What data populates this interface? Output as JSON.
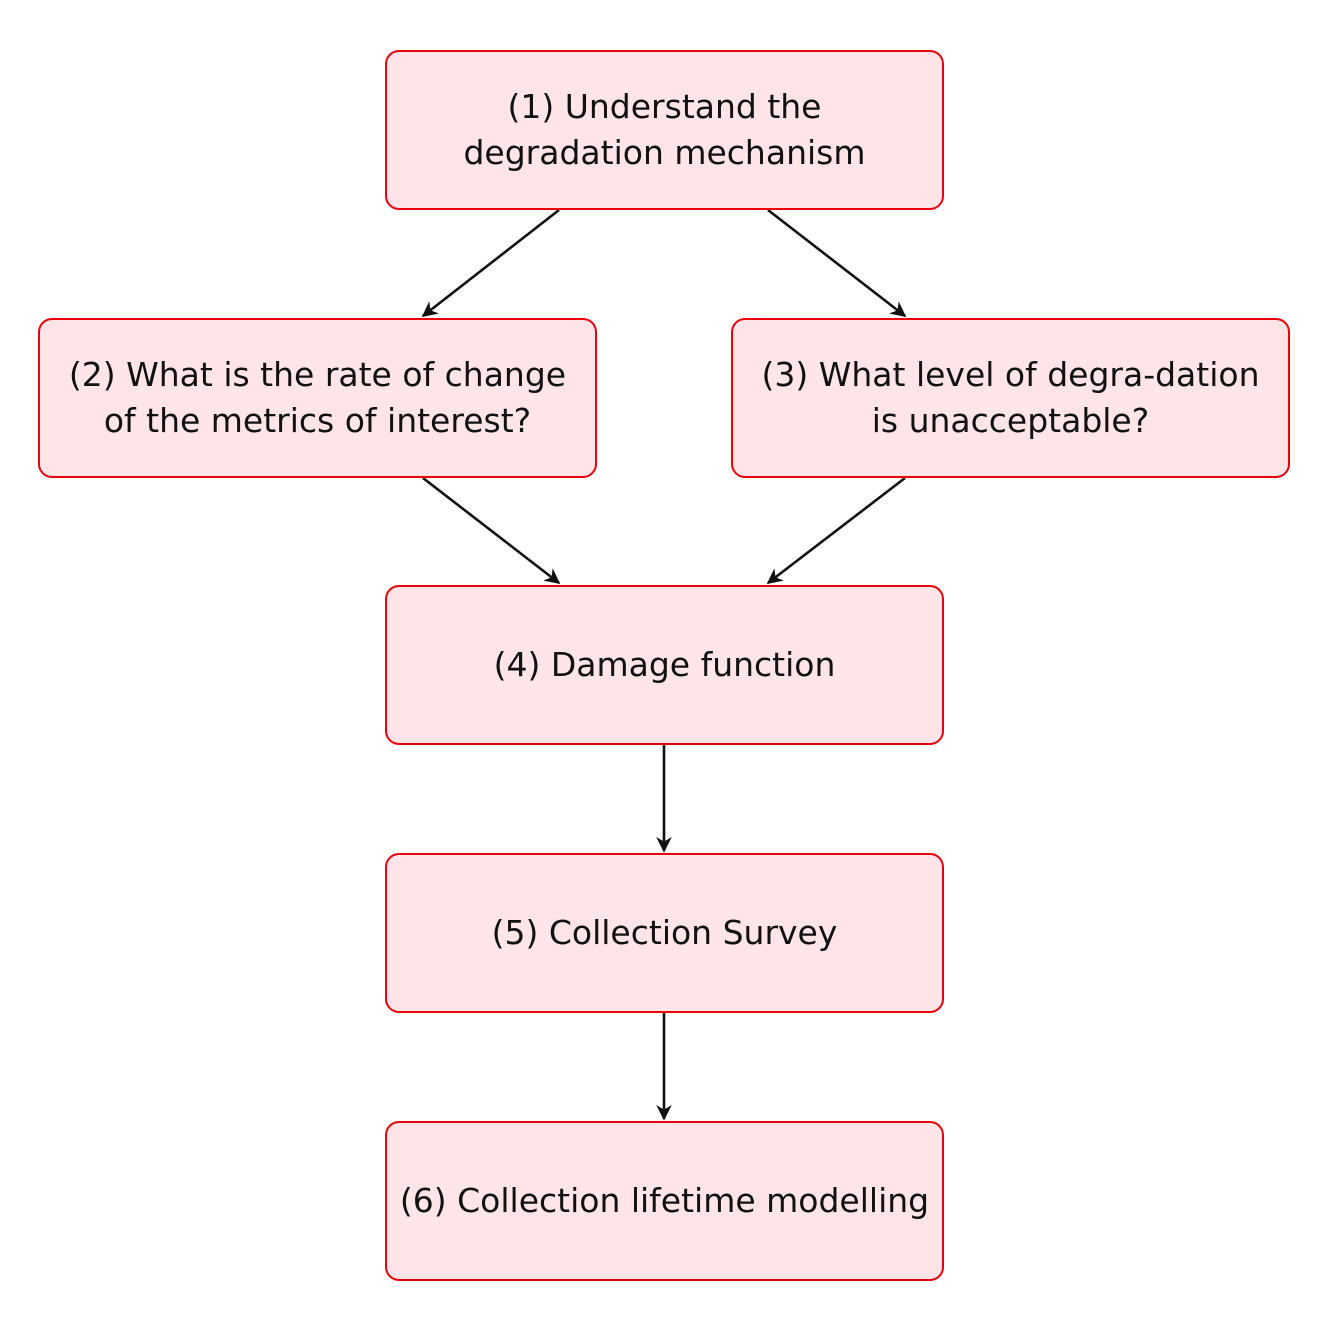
{
  "diagram": {
    "nodes": [
      {
        "id": "n1",
        "label": "(1) Understand the degradation mechanism"
      },
      {
        "id": "n2",
        "label": "(2) What is the rate of change of the metrics of interest?"
      },
      {
        "id": "n3",
        "label": "(3) What level of degra-dation is unacceptable?"
      },
      {
        "id": "n4",
        "label": "(4) Damage function"
      },
      {
        "id": "n5",
        "label": "(5) Collection Survey"
      },
      {
        "id": "n6",
        "label": "(6) Collection lifetime modelling"
      }
    ],
    "edges": [
      {
        "from": "n1",
        "to": "n2"
      },
      {
        "from": "n1",
        "to": "n3"
      },
      {
        "from": "n2",
        "to": "n4"
      },
      {
        "from": "n3",
        "to": "n4"
      },
      {
        "from": "n4",
        "to": "n5"
      },
      {
        "from": "n5",
        "to": "n6"
      }
    ],
    "colors": {
      "node_fill": "#ffe5e8",
      "node_border": "#e8000b",
      "edge": "#111111"
    }
  }
}
